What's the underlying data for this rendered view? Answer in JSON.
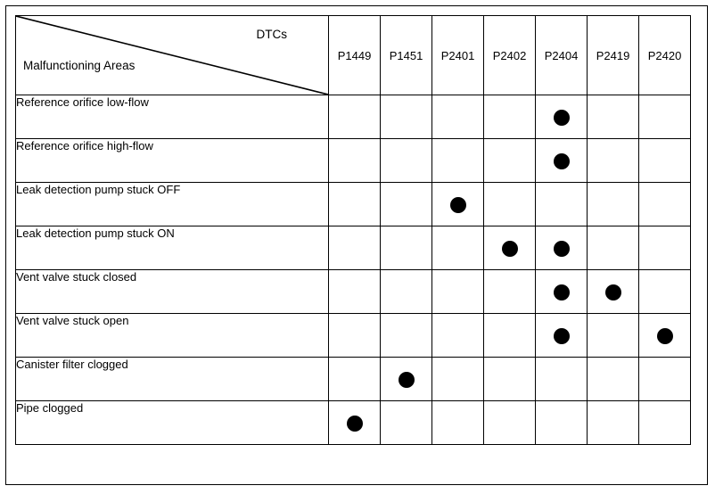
{
  "table": {
    "corner": {
      "column_axis_label": "DTCs",
      "row_axis_label": "Malfunctioning Areas"
    },
    "columns": [
      "P1449",
      "P1451",
      "P2401",
      "P2402",
      "P2404",
      "P2419",
      "P2420"
    ],
    "rows": [
      {
        "label": "Reference orifice low-flow",
        "marks": [
          false,
          false,
          false,
          false,
          true,
          false,
          false
        ]
      },
      {
        "label": "Reference orifice high-flow",
        "marks": [
          false,
          false,
          false,
          false,
          true,
          false,
          false
        ]
      },
      {
        "label": "Leak detection pump stuck OFF",
        "marks": [
          false,
          false,
          true,
          false,
          false,
          false,
          false
        ]
      },
      {
        "label": "Leak detection pump stuck ON",
        "marks": [
          false,
          false,
          false,
          true,
          true,
          false,
          false
        ]
      },
      {
        "label": "Vent valve stuck closed",
        "marks": [
          false,
          false,
          false,
          false,
          true,
          true,
          false
        ]
      },
      {
        "label": "Vent valve stuck open",
        "marks": [
          false,
          false,
          false,
          false,
          true,
          false,
          true
        ]
      },
      {
        "label": "Canister filter clogged",
        "marks": [
          false,
          true,
          false,
          false,
          false,
          false,
          false
        ]
      },
      {
        "label": "Pipe clogged",
        "marks": [
          true,
          false,
          false,
          false,
          false,
          false,
          false
        ]
      }
    ],
    "mark_glyph": "filled-circle",
    "colors": {
      "border": "#000000",
      "text": "#000000",
      "mark": "#000000",
      "background": "#ffffff"
    }
  }
}
